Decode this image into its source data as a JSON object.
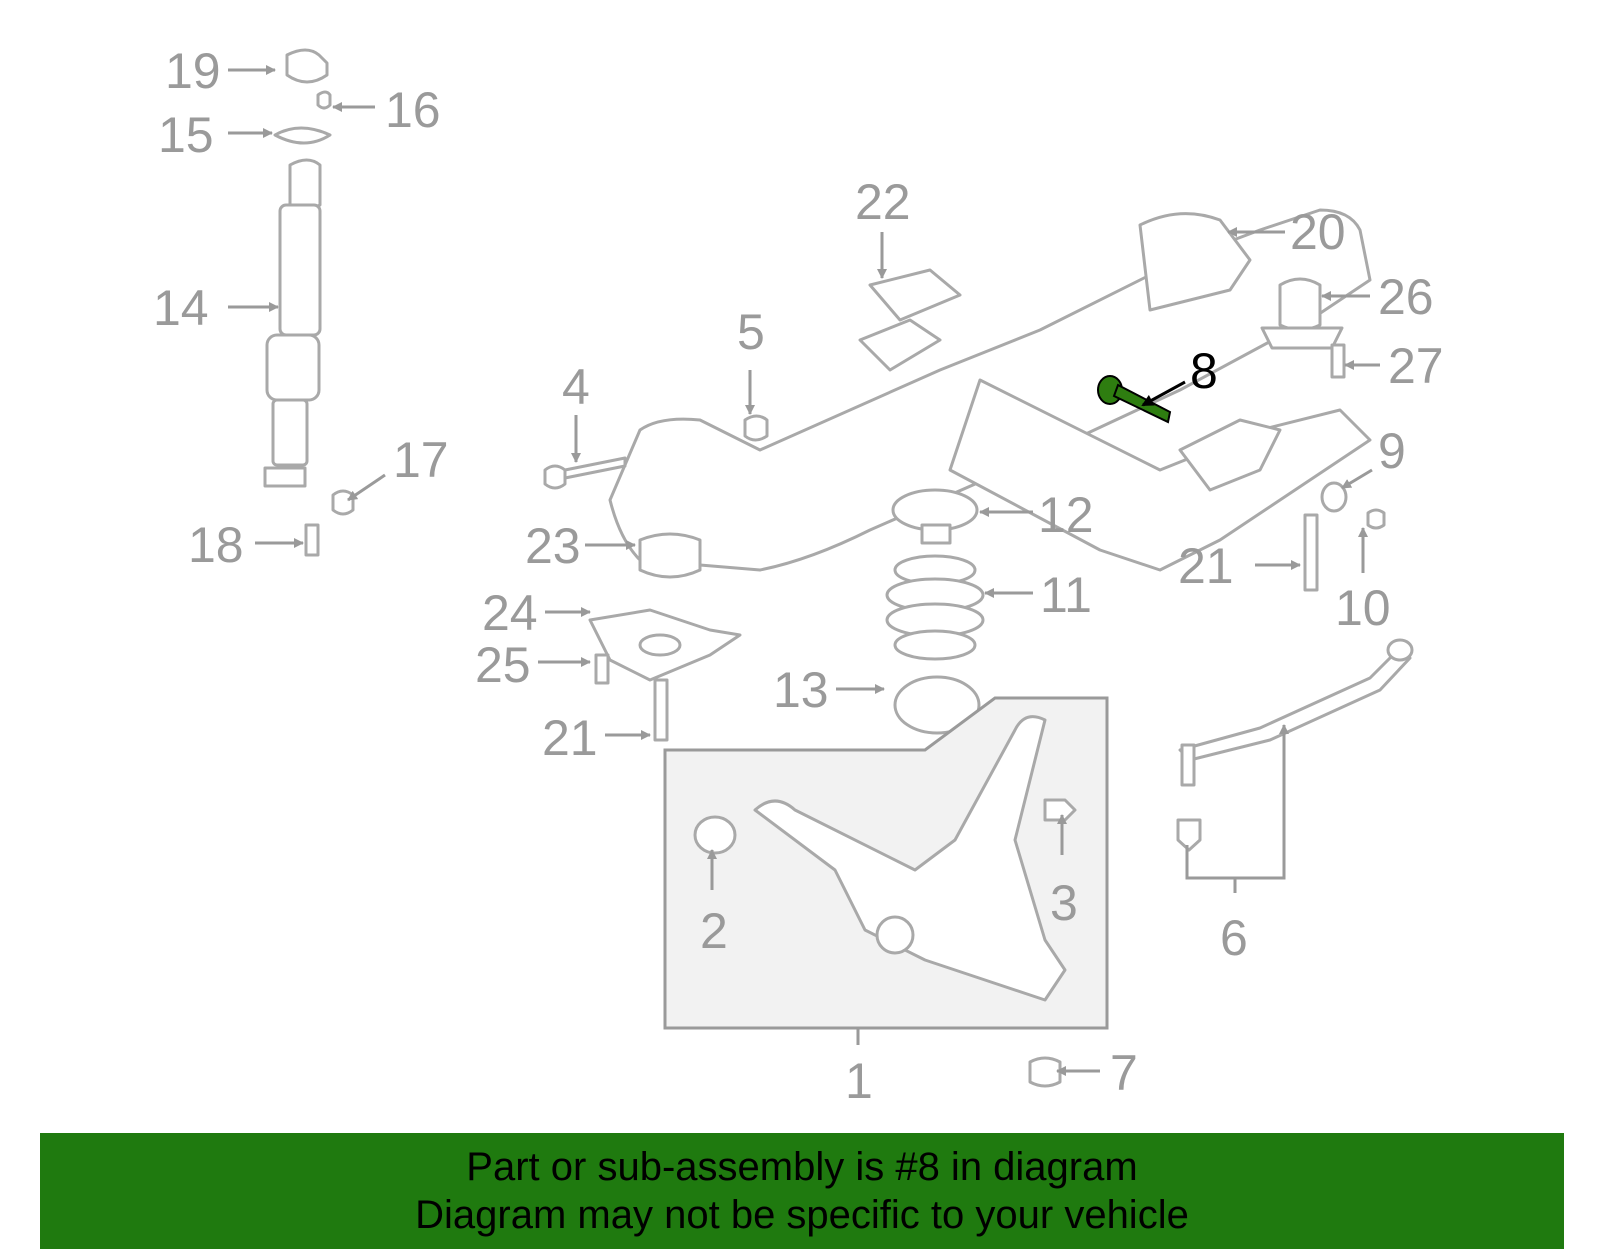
{
  "diagram": {
    "highlighted_part": "8",
    "highlight_color": "#2e7d10",
    "callouts": [
      "1",
      "2",
      "3",
      "4",
      "5",
      "6",
      "7",
      "8",
      "9",
      "10",
      "11",
      "12",
      "13",
      "14",
      "15",
      "16",
      "17",
      "18",
      "19",
      "20",
      "21",
      "21",
      "22",
      "23",
      "24",
      "25",
      "26",
      "27"
    ]
  },
  "banner": {
    "line1": "Part or sub-assembly is #8 in diagram",
    "line2": "Diagram may not be specific to your vehicle",
    "background": "#1f7a0f"
  }
}
